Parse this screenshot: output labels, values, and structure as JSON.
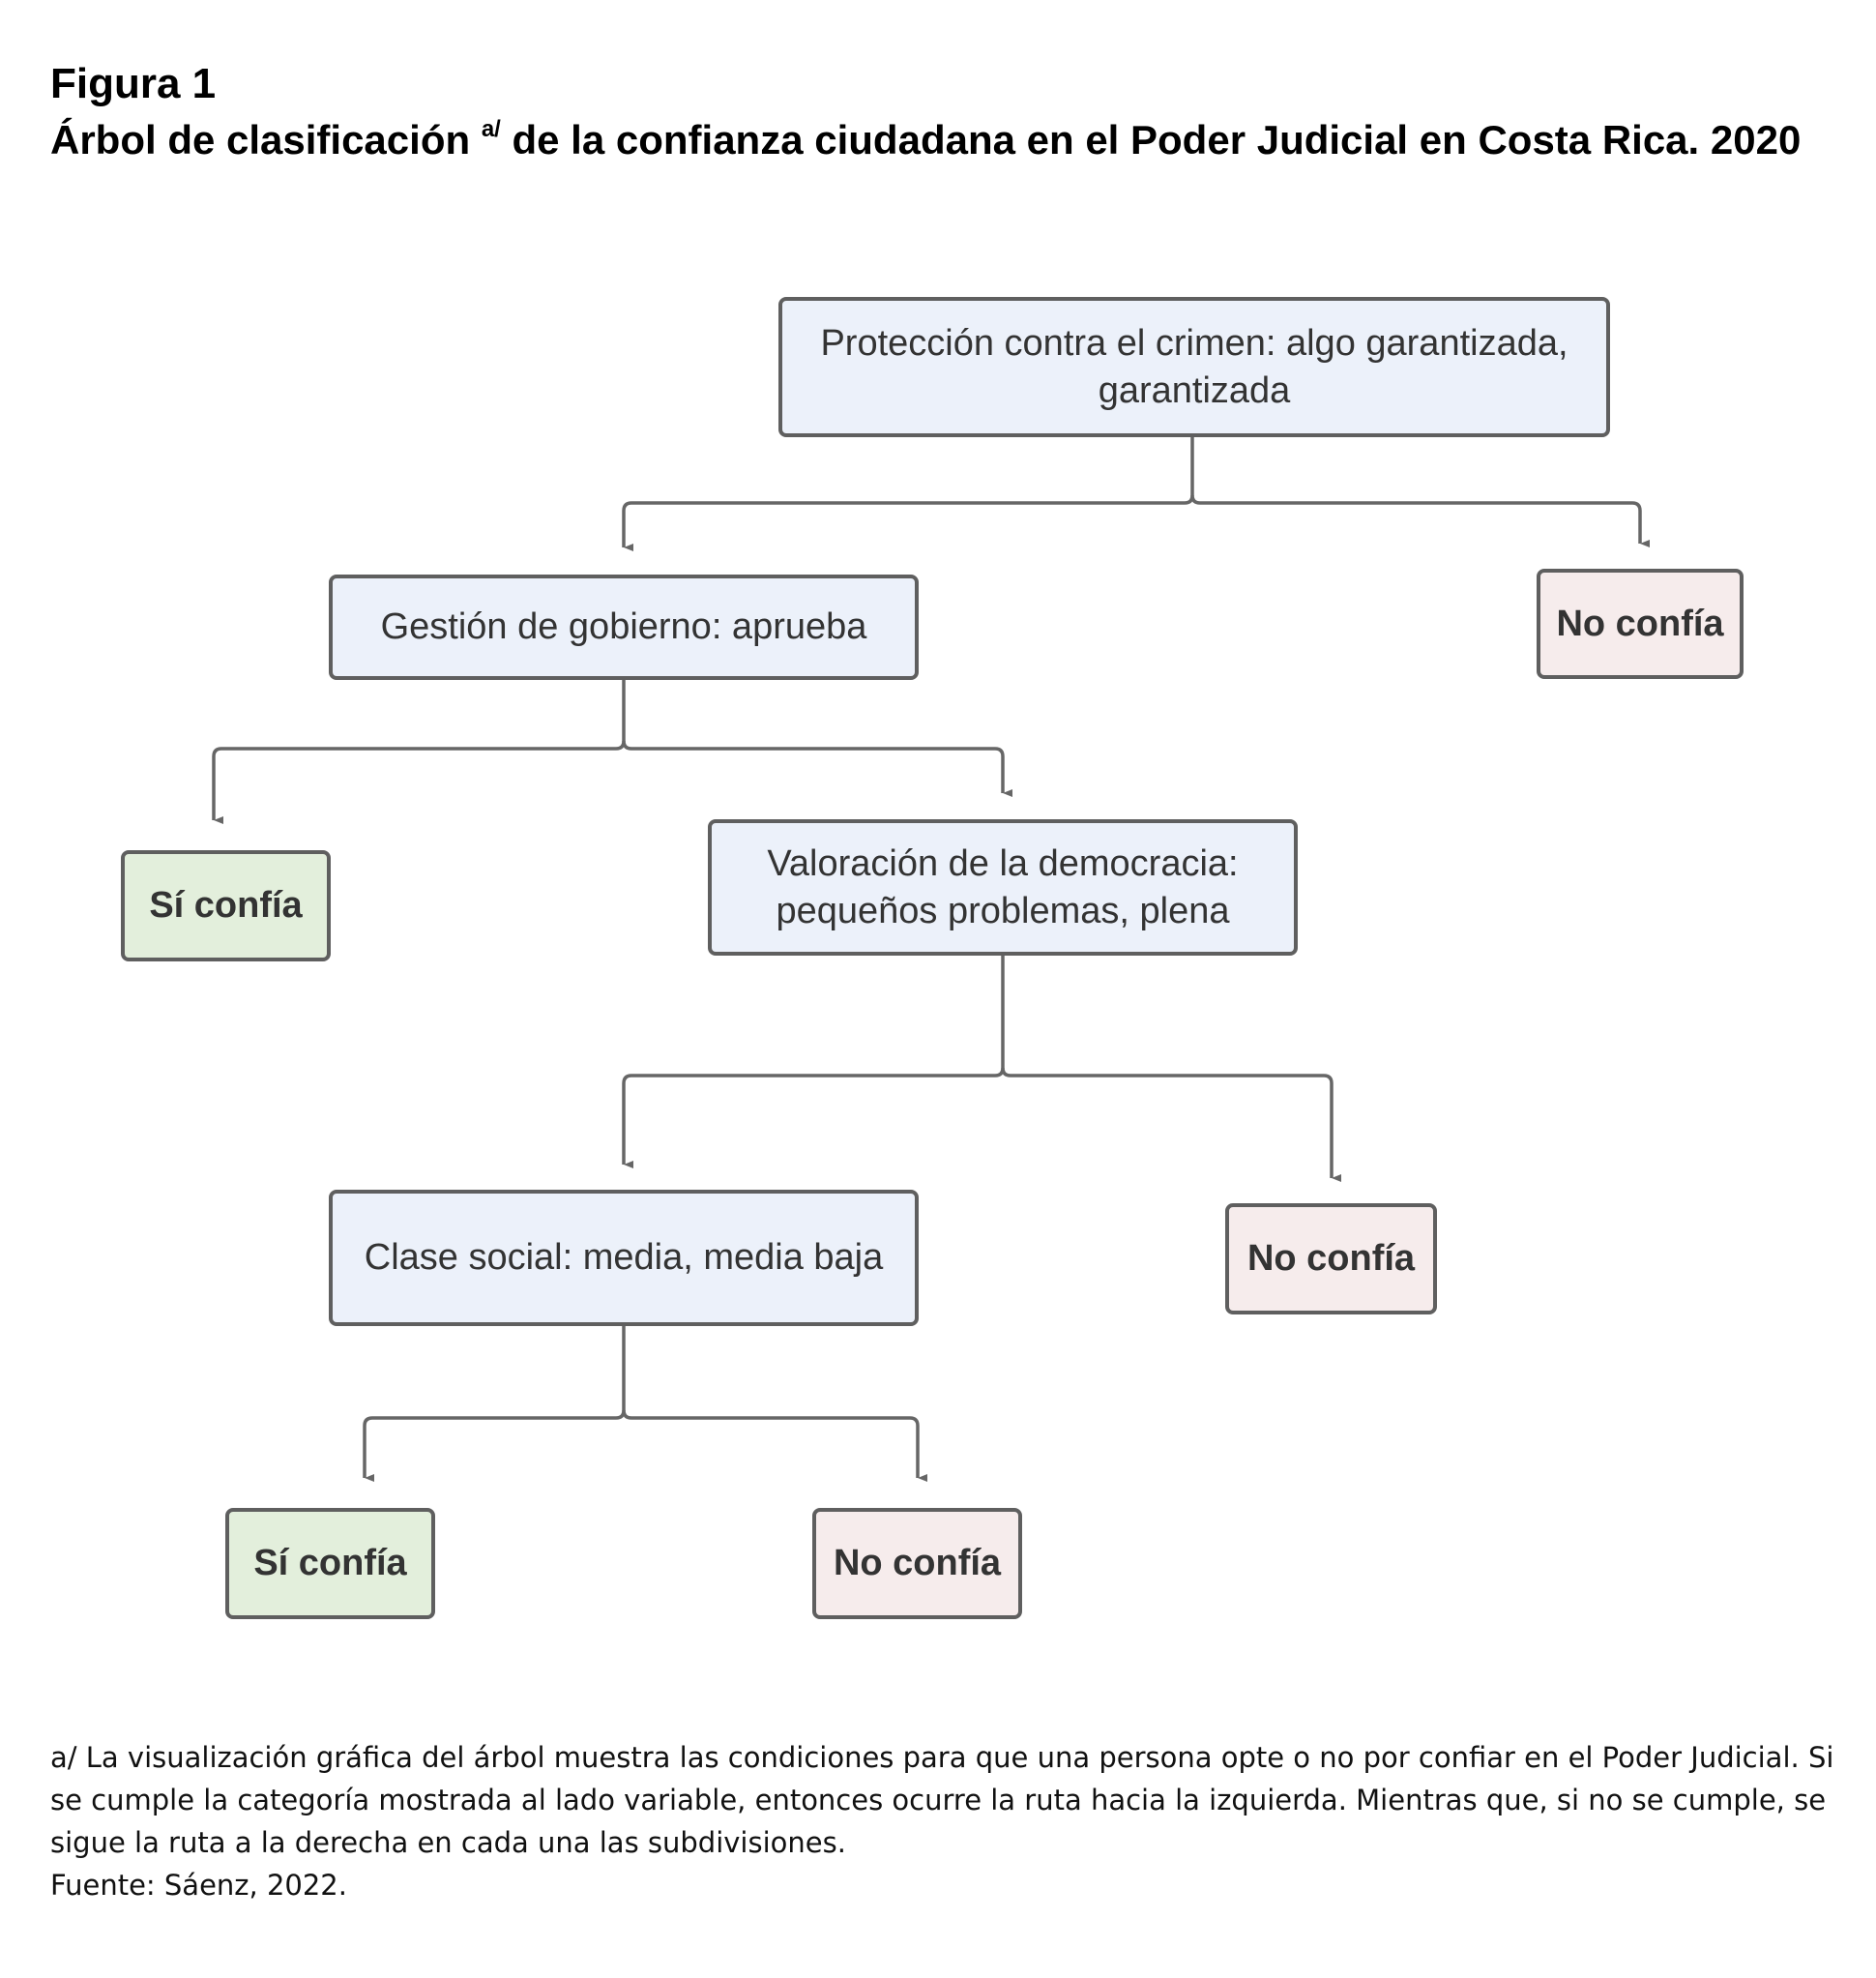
{
  "figure": {
    "number": "Figura 1",
    "title_before": "Árbol de clasificación",
    "title_marker": "a/",
    "title_after": "de la confianza ciudadana en el Poder Judicial en Costa Rica. 2020"
  },
  "tree": {
    "nodes": {
      "root": "Protección contra el crimen: algo garantizada, garantizada",
      "gestion": "Gestión de gobierno: aprueba",
      "no1": "No confía",
      "si1": "Sí confía",
      "valoracion": "Valoración de la democracia: pequeños problemas, plena",
      "clase": "Clase social: media, media baja",
      "no2": "No confía",
      "si2": "Sí confía",
      "no3": "No confía"
    },
    "colors": {
      "decision_fill": "#ecf1fa",
      "yes_fill": "#e3efdc",
      "no_fill": "#f6ecec",
      "border": "#5f5f5f",
      "connector": "#666666"
    }
  },
  "footnote": {
    "note": "a/ La visualización gráfica del árbol muestra las condiciones para que una persona opte o no por confiar en el Poder Judicial. Si se cumple la categoría mostrada al lado variable, entonces ocurre la ruta hacia la izquierda. Mientras que, si no se cumple, se sigue la ruta a la derecha en cada una las subdivisiones.",
    "source": "Fuente: Sáenz, 2022."
  }
}
